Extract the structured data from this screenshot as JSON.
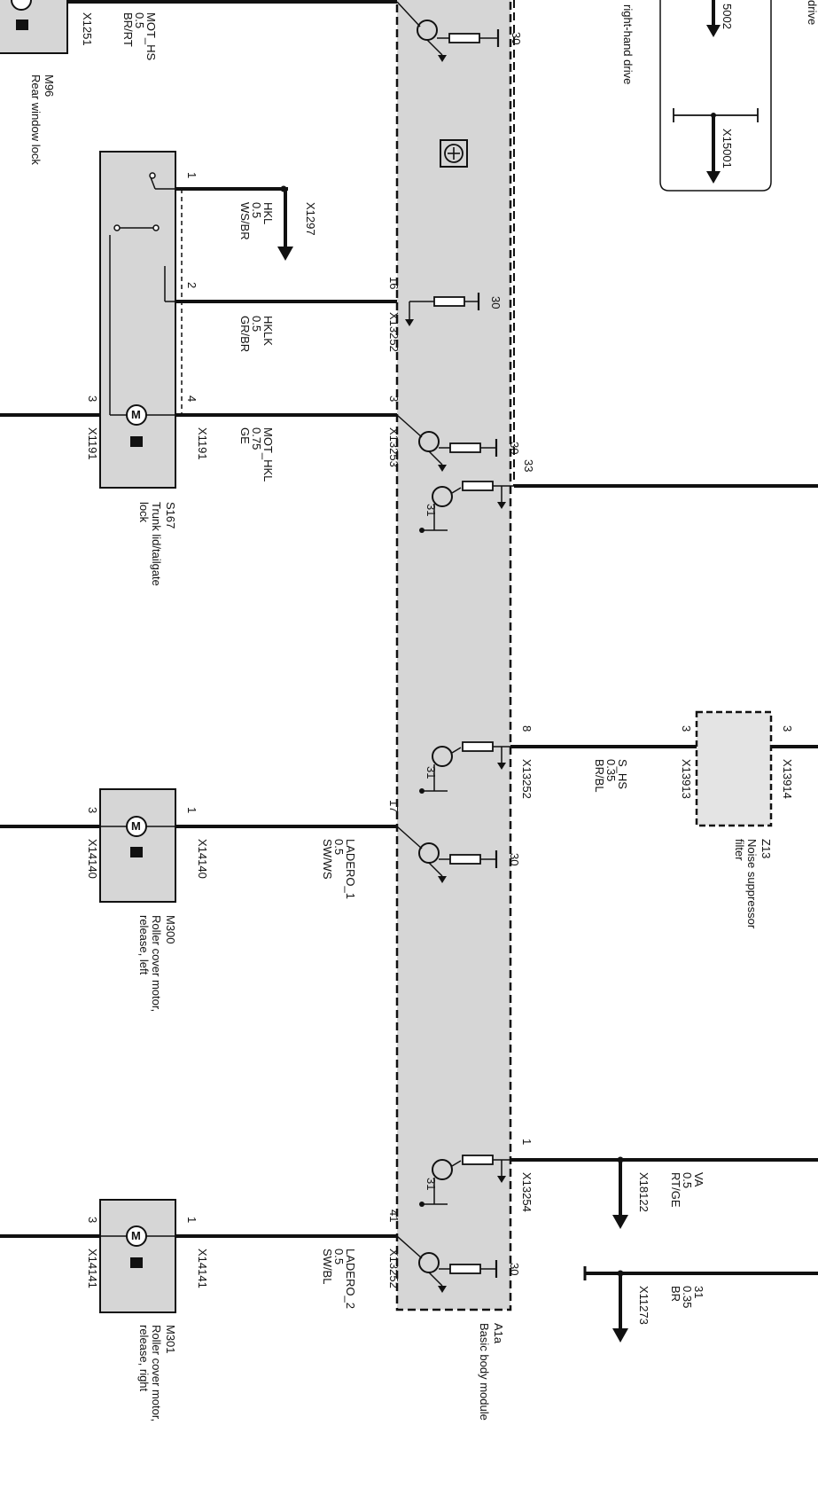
{
  "components": {
    "a1a": {
      "code": "A1a",
      "desc": "Basic body module"
    },
    "m96": {
      "code": "M96",
      "desc": "Rear window lock"
    },
    "s167": {
      "code": "S167",
      "desc_1": "Trunk lid/tailgate",
      "desc_2": "lock"
    },
    "m300": {
      "code": "M300",
      "desc_1": "Roller cover motor,",
      "desc_2": "release, left"
    },
    "m301": {
      "code": "M301",
      "desc_1": "Roller cover motor,",
      "desc_2": "release, right"
    },
    "z13": {
      "code": "Z13",
      "desc_1": "Noise suppressor",
      "desc_2": "filter"
    }
  },
  "legend": {
    "rhd_label": "right-hand drive",
    "drive_label": "drive",
    "c15001": "X15001",
    "c15002_partial": "5002"
  },
  "wires": {
    "mot_hs": {
      "name": "MOT_HS",
      "size": "0.5",
      "color": "BR/RT"
    },
    "hkl": {
      "name": "HKL",
      "size": "0.5",
      "color": "WS/BR"
    },
    "hklk": {
      "name": "HKLK",
      "size": "0.5",
      "color": "GR/BR"
    },
    "mot_hkl": {
      "name": "MOT_HKL",
      "size": "0.75",
      "color": "GE"
    },
    "s_hs": {
      "name": "S_HS",
      "size": "0.35",
      "color": "BR/BL"
    },
    "ladero_1": {
      "name": "LADERO_1",
      "size": "0.5",
      "color": "SW/WS"
    },
    "ladero_2": {
      "name": "LADERO_2",
      "size": "0.5",
      "color": "SW/BL"
    },
    "va": {
      "name": "VA",
      "size": "0.5",
      "color": "RT/GE"
    },
    "w31": {
      "name": "31",
      "size": "0.35",
      "color": "BR"
    }
  },
  "connectors": {
    "x1251": "X1251",
    "x1297": "X1297",
    "x1191": "X1191",
    "x13252": "X13252",
    "x13253": "X13253",
    "x14140": "X14140",
    "x14141": "X14141",
    "x13913": "X13913",
    "x13914": "X13914",
    "x13254": "X13254",
    "x18122": "X18122",
    "x11273": "X11273"
  },
  "pins": {
    "p1": "1",
    "p2": "2",
    "p3": "3",
    "p4": "4",
    "p8": "8",
    "p16": "16",
    "p17": "17",
    "p33": "33",
    "p41": "41",
    "p30": "30",
    "p31": "31"
  },
  "colors": {
    "component_fill": "#d6d6d6",
    "line": "#111111",
    "background": "#ffffff"
  }
}
